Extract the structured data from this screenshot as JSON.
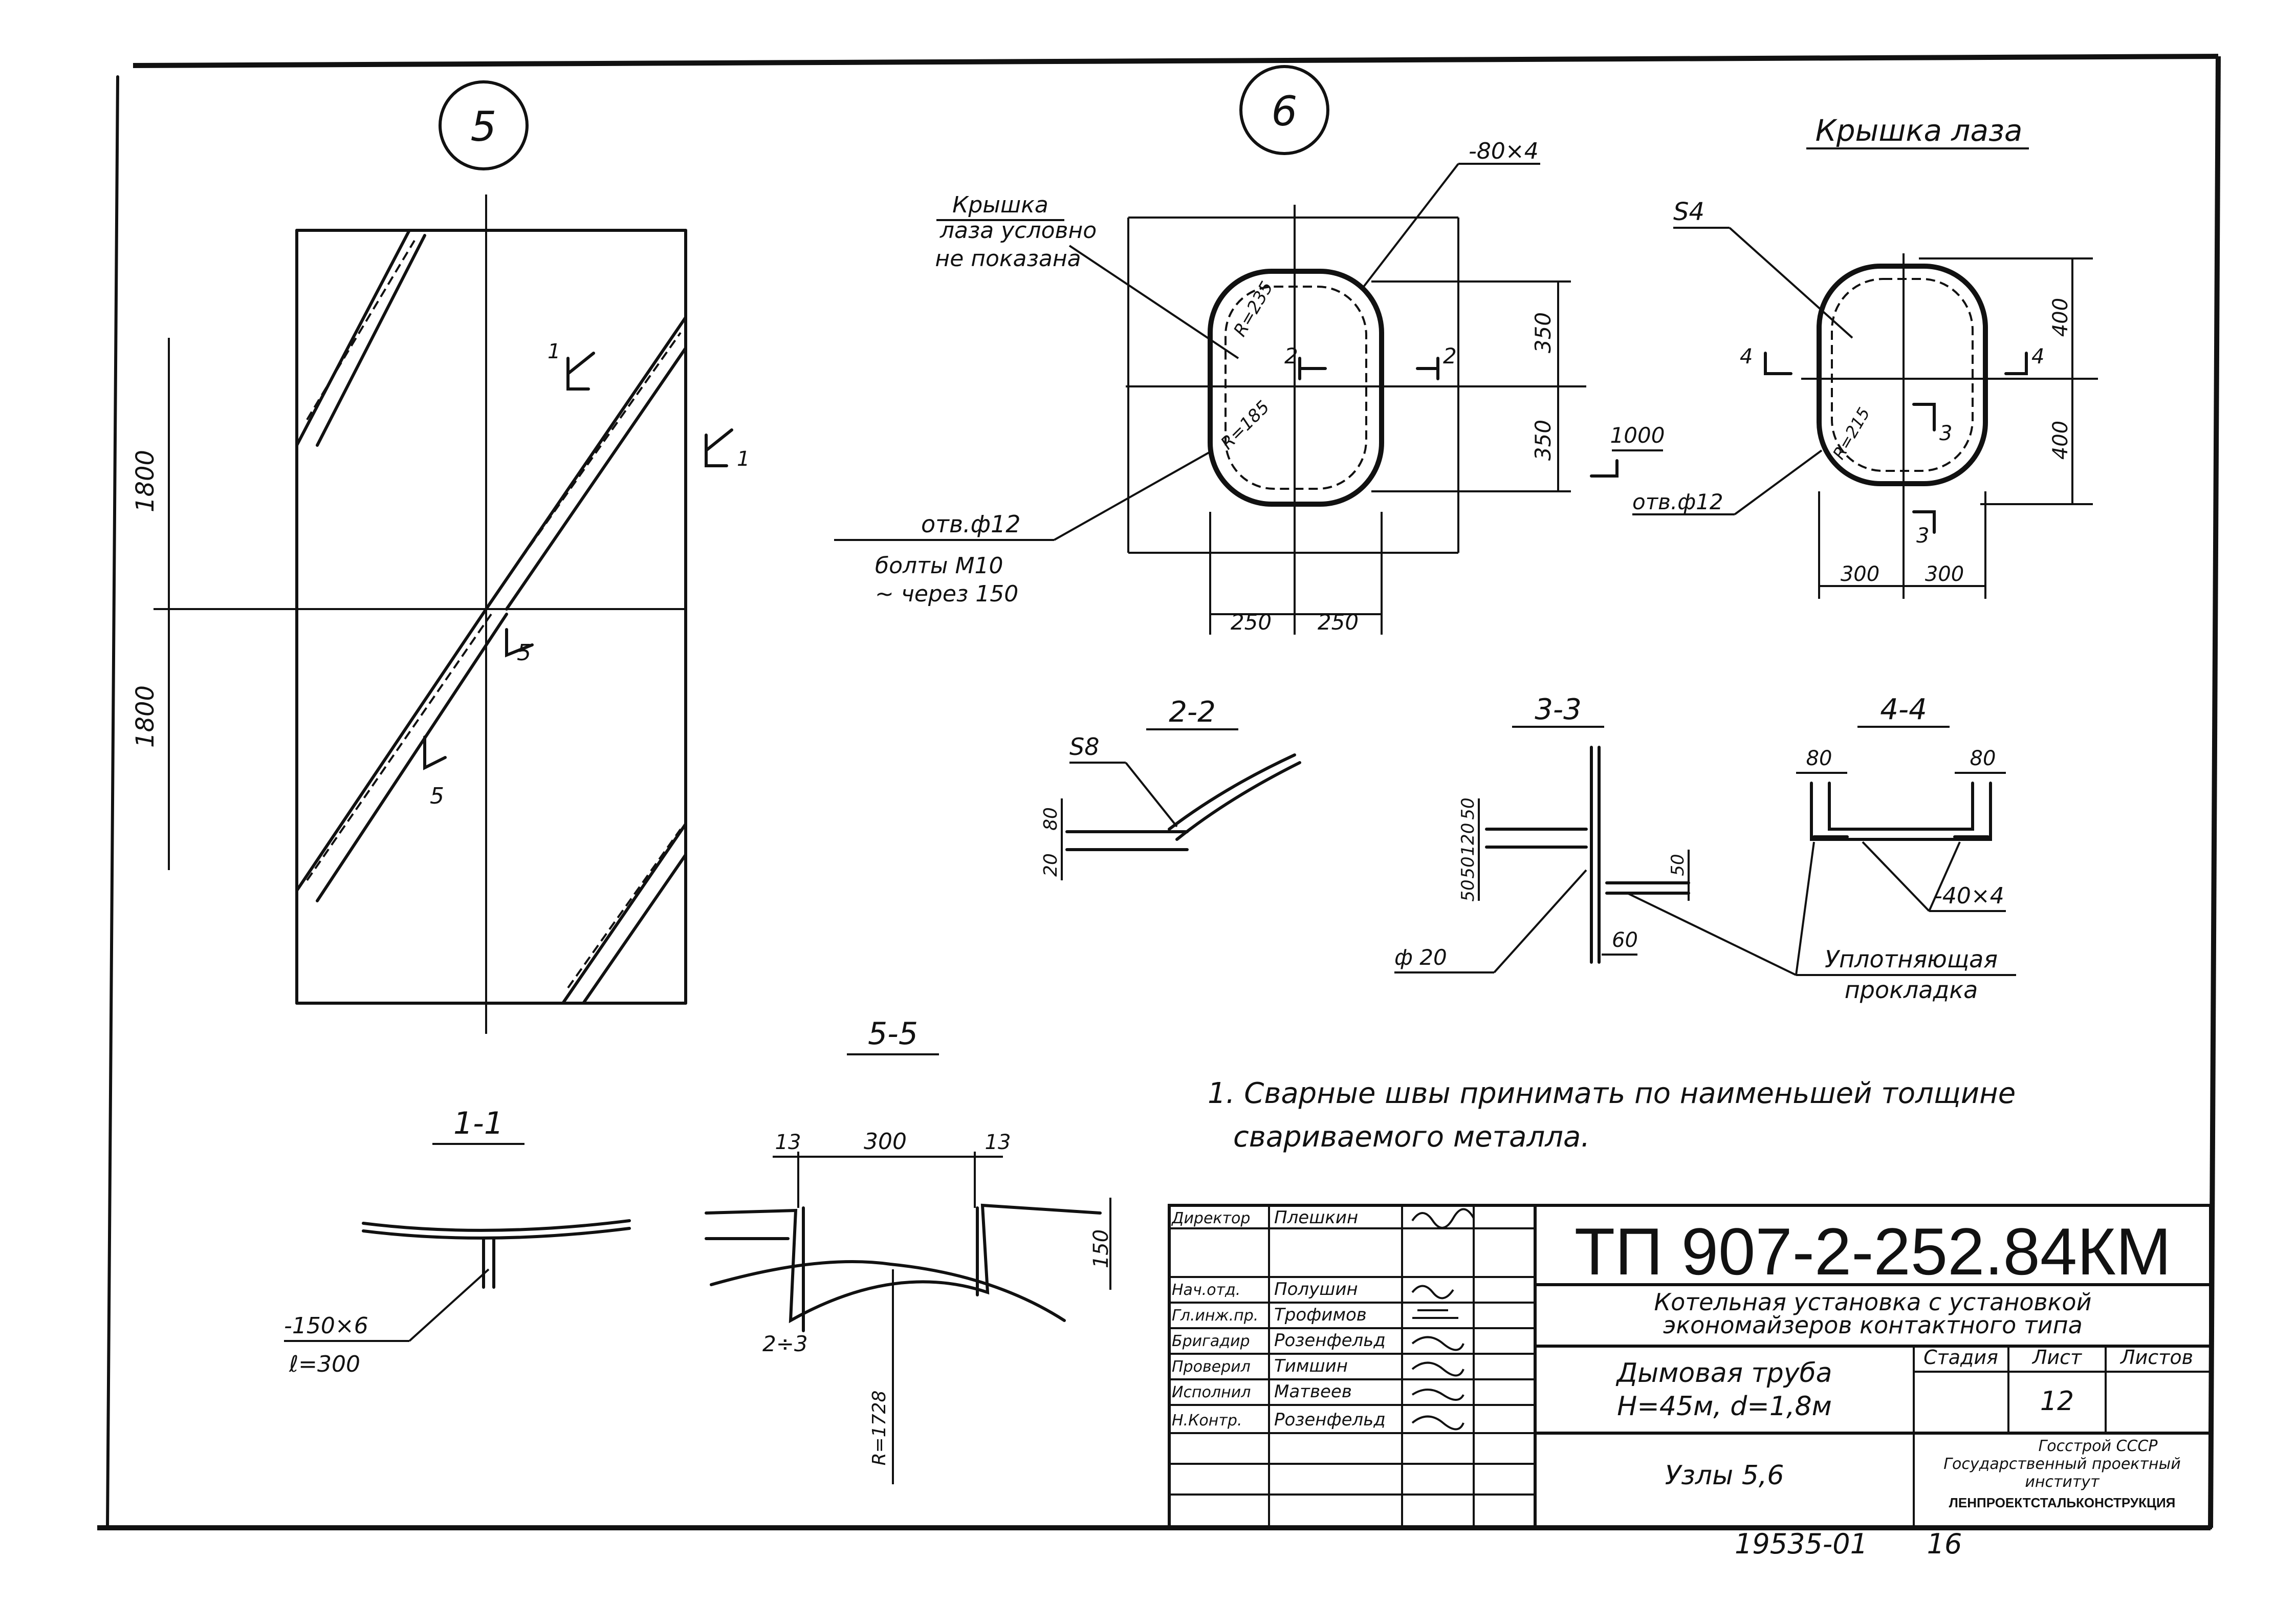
{
  "nodes": {
    "node5": "5",
    "node6": "6",
    "hatch_cover_title": "Крышка лаза"
  },
  "node5": {
    "dim_upper": "1800",
    "dim_lower": "1800",
    "section_mark_1a": "1",
    "section_mark_1b": "1",
    "section_mark_5a": "5",
    "section_mark_5b": "5"
  },
  "node6": {
    "note_cover": [
      "Крышка",
      "лаза условно",
      "не показана"
    ],
    "plate_label": "-80×4",
    "radius_top": "R=235",
    "radius_bottom": "R=185",
    "hole_label": "отв.ф12",
    "bolts_label": [
      "болты М10",
      "~ через 150"
    ],
    "dim_350_top": "350",
    "dim_350_bottom": "350",
    "dim_250_left": "250",
    "dim_250_right": "250",
    "dim_1000": "1000",
    "sec2_a": "2",
    "sec2_b": "2"
  },
  "cover": {
    "s4_label": "S4",
    "dim_400_top": "400",
    "dim_400_bottom": "400",
    "dim_300_left": "300",
    "dim_300_right": "300",
    "radius": "R=215",
    "hole_label": "отв.ф12",
    "sec3_a": "3",
    "sec3_b": "3",
    "sec4_a": "4",
    "sec4_b": "4"
  },
  "sections": {
    "s22_title": "2-2",
    "s22_s8": "S8",
    "s22_dim_80": "80",
    "s22_dim_20": "20",
    "s33_title": "3-3",
    "s33_dims": [
      "50",
      "50",
      "120",
      "50"
    ],
    "s33_dim_50r": "50",
    "s33_dim_60": "60",
    "s33_phi": "ф 20",
    "s44_title": "4-4",
    "s44_dim_80l": "80",
    "s44_dim_80r": "80",
    "s44_plate": "-40×4",
    "gasket": [
      "Уплотняющая",
      "прокладка"
    ],
    "s55_title": "5-5",
    "s55_13l": "13",
    "s55_300": "300",
    "s55_13r": "13",
    "s55_150": "150",
    "s55_gap": "2÷3",
    "s55_radius": "R=1728",
    "s11_title": "1-1",
    "s11_plate": "-150×6",
    "s11_len": "ℓ=300"
  },
  "note": {
    "line1": "1. Сварные швы принимать по наименьшей толщине",
    "line2": "свариваемого металла."
  },
  "title_block": {
    "doc_code": "ТП 907-2-252.84КМ",
    "project_line1": "Котельная установка с установкой",
    "project_line2": "экономайзеров контактного типа",
    "drawing_title_line1": "Дымовая труба",
    "drawing_title_line2": "Н=45м, d=1,8м",
    "sheet_subject": "Узлы 5,6",
    "col_stage": "Стадия",
    "col_sheet": "Лист",
    "col_sheets": "Листов",
    "sheet_number": "12",
    "org_line1": "Госстрой СССР",
    "org_line2": "Государственный проектный",
    "org_line3": "институт",
    "org_line4": "ЛЕНПРОЕКТСТАЛЬКОНСТРУКЦИЯ",
    "roles": [
      {
        "role": "Директор",
        "name": "Плешкин"
      },
      {
        "role": "Нач.отд.",
        "name": "Полушин"
      },
      {
        "role": "Гл.инж.пр.",
        "name": "Трофимов"
      },
      {
        "role": "Бригадир",
        "name": "Розенфельд"
      },
      {
        "role": "Проверил",
        "name": "Тимшин"
      },
      {
        "role": "Исполнил",
        "name": "Матвеев"
      },
      {
        "role": "Н.Контр.",
        "name": "Розенфельд"
      }
    ]
  },
  "footer": {
    "archive_number": "19535-01",
    "page": "16"
  }
}
